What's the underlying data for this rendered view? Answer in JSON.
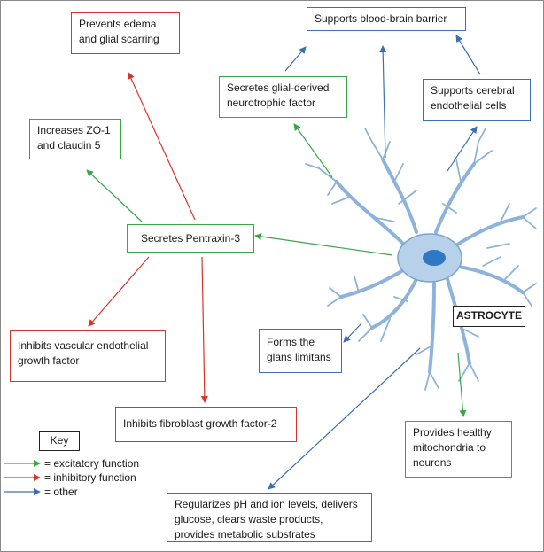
{
  "labels": {
    "astrocyte": "ASTROCYTE",
    "key": "Key"
  },
  "boxes": {
    "prevents_edema": "Prevents edema\nand glial scarring",
    "supports_bbb": "Supports blood-brain barrier",
    "secretes_gdnf": "Secretes glial-derived\nneurotrophic factor",
    "supports_endothelial": "Supports cerebral\nendothelial cells",
    "increases_zo1": "Increases ZO-1\nand claudin 5",
    "secretes_pentraxin": "Secretes Pentraxin-3",
    "inhibits_vegf": "Inhibits vascular endothelial\ngrowth factor",
    "forms_glans": "Forms the\nglans limitans",
    "inhibits_fgf2": "Inhibits fibroblast growth factor-2",
    "provides_mito": "Provides healthy\nmitochondria to\nneurons",
    "regularizes": "Regularizes pH and ion levels, delivers\nglucose, clears waste products,\nprovides metabolic substrates"
  },
  "legend": [
    {
      "color": "#3aa64a",
      "text": "= excitatory function"
    },
    {
      "color": "#d9342b",
      "text": "= inhibitory function"
    },
    {
      "color": "#3e6fb0",
      "text": "= other"
    }
  ],
  "colors": {
    "excitatory": "#3aa64a",
    "inhibitory": "#d9342b",
    "other": "#3e6fb0",
    "astrocyte_fill": "#b8d1ea",
    "astrocyte_stroke": "#7aa3cf",
    "nucleus": "#2f78c4"
  }
}
